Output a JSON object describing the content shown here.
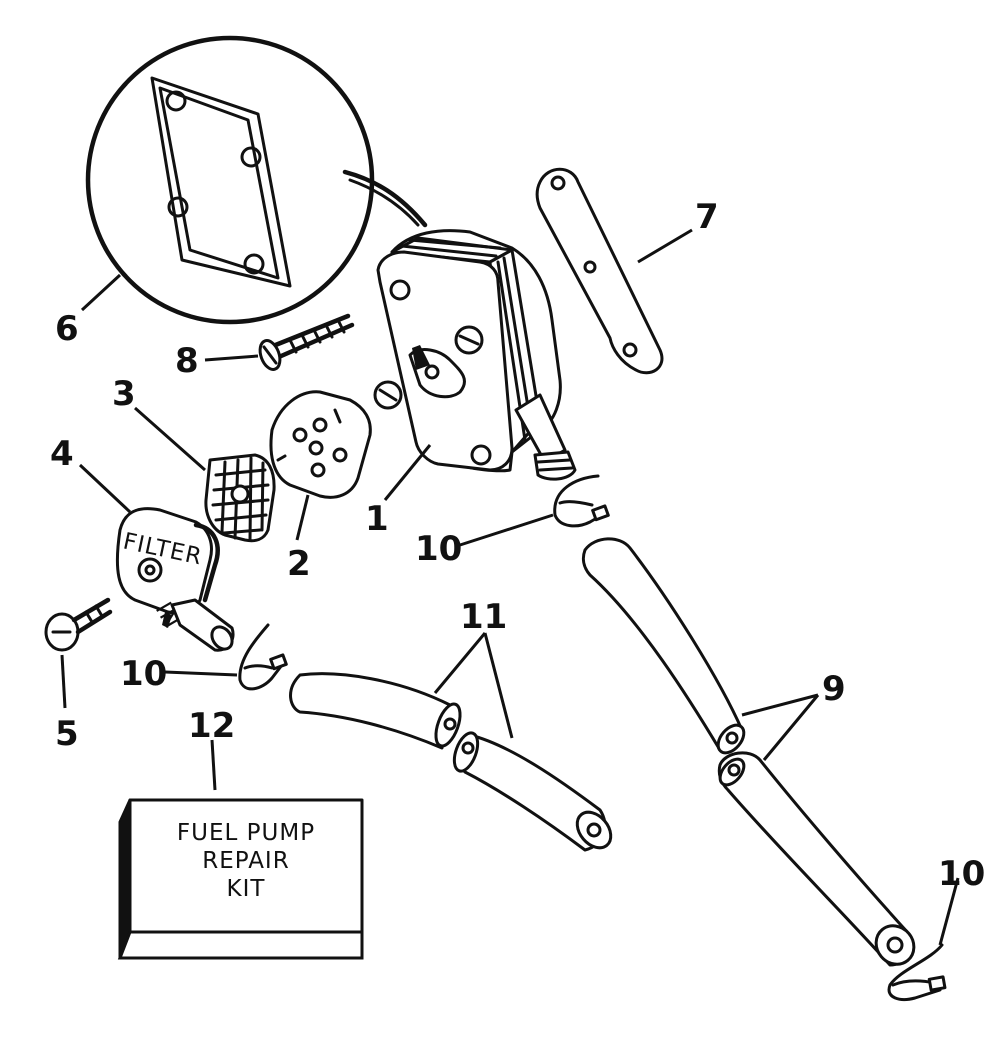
{
  "callouts": {
    "c1": "1",
    "c2": "2",
    "c3": "3",
    "c4": "4",
    "c5": "5",
    "c6": "6",
    "c7": "7",
    "c8": "8",
    "c9": "9",
    "c10a": "10",
    "c10b": "10",
    "c10c": "10",
    "c11": "11",
    "c12": "12"
  },
  "kit_box": {
    "line1": "FUEL PUMP",
    "line2": "REPAIR",
    "line3": "KIT"
  },
  "filter_cover_text": {
    "top": "FILTER",
    "bottom": "IN"
  }
}
